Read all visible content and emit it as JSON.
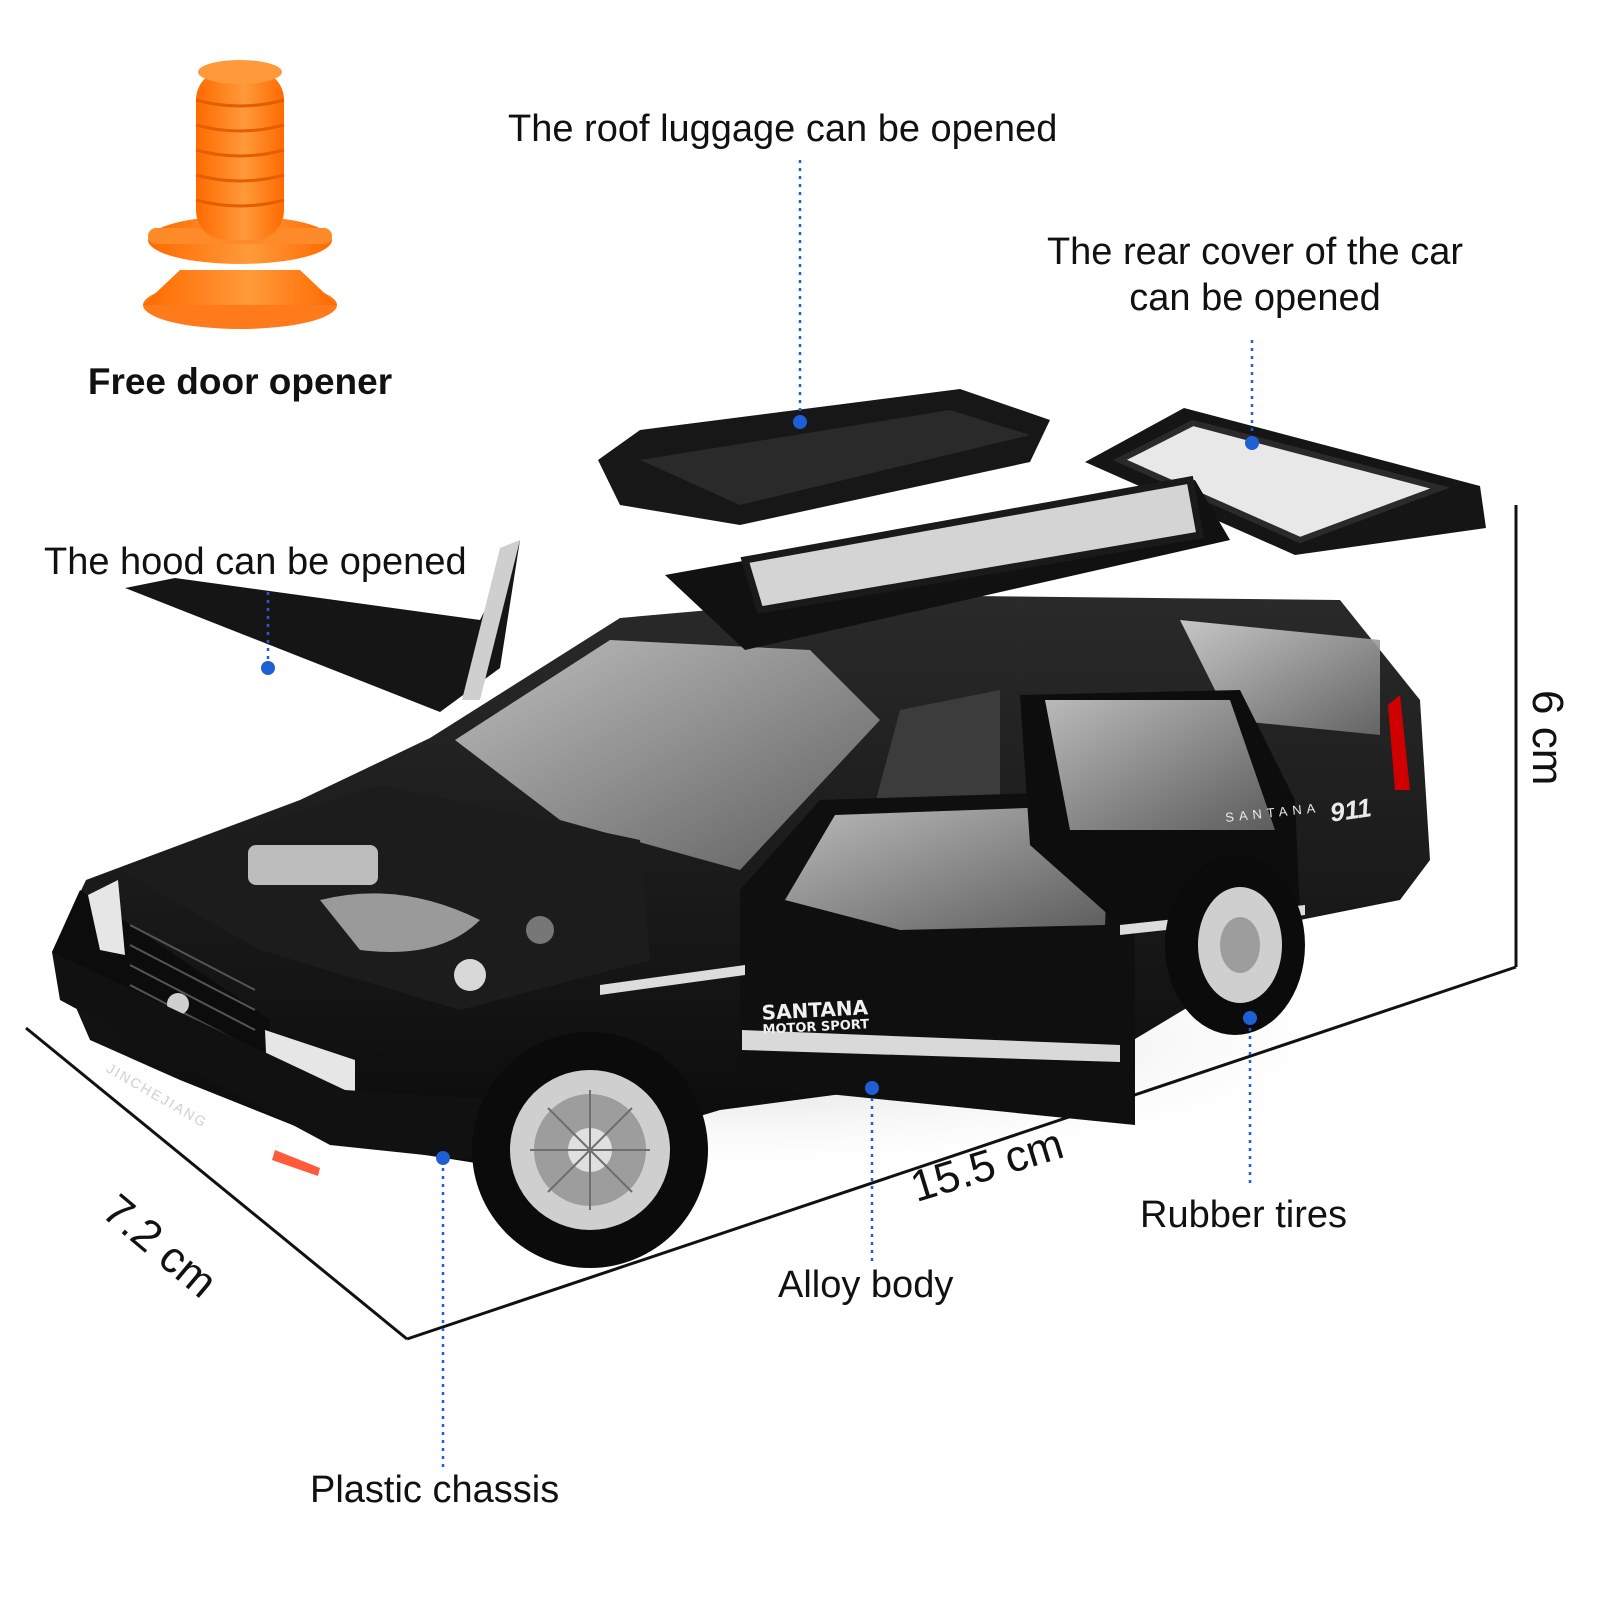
{
  "annotations": {
    "door_opener": "Free door opener",
    "roof_luggage": "The roof luggage can be opened",
    "rear_cover_line1": "The rear cover of the car",
    "rear_cover_line2": "can be opened",
    "hood": "The hood can be opened",
    "rubber_tires": "Rubber tires",
    "alloy_body": "Alloy body",
    "plastic_chassis": "Plastic chassis"
  },
  "dimensions": {
    "width": "7.2 cm",
    "length": "15.5 cm",
    "height": "6 cm"
  },
  "car_markings": {
    "door_badge_line1": "SANTANA",
    "door_badge_line2": "MOTOR SPORT",
    "rear_side": "SANTANA",
    "rear_911": "911",
    "bumper_plate": "JINCHEJIANG"
  },
  "colors": {
    "annotation_line": "#1f5fd6",
    "door_opener": "#ff7a1a",
    "car_body": "#141414",
    "chrome": "#c9c9c9"
  }
}
